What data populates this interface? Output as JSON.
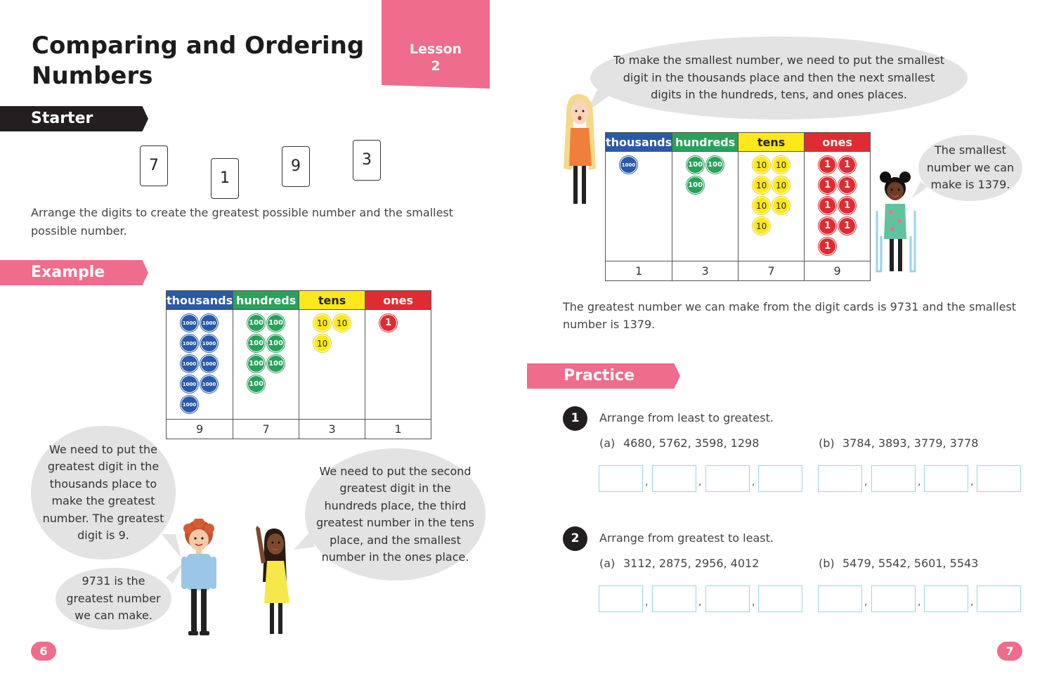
{
  "lesson": {
    "title_line1": "Comparing and Ordering",
    "title_line2": "Numbers",
    "tab_label": "Lesson",
    "tab_number": "2"
  },
  "starter": {
    "banner": "Starter",
    "cards": [
      "7",
      "1",
      "9",
      "3"
    ],
    "instruction": "Arrange the digits to create the greatest possible number and the smallest possible number."
  },
  "example": {
    "banner": "Example",
    "table": {
      "headers": [
        "thousands",
        "hundreds",
        "tens",
        "ones"
      ],
      "counters": {
        "thousands": 9,
        "hundreds": 7,
        "tens": 3,
        "ones": 1
      },
      "counter_labels": [
        "1000",
        "100",
        "10",
        "1"
      ],
      "digits": [
        "9",
        "7",
        "3",
        "1"
      ]
    },
    "bubble_greatest": "We need to put the greatest digit in the thousands place to make the greatest number. The greatest digit is 9.",
    "bubble_9731": "9731 is the greatest number we can make.",
    "bubble_second": "We need to put the second greatest digit in the hundreds place, the third greatest number in the tens place, and the smallest number in the ones place."
  },
  "right": {
    "bubble_smallest_rule": "To make the smallest number, we need to put the smallest digit in the thousands place and then the next smallest digits in the hundreds, tens, and ones places.",
    "table": {
      "headers": [
        "thousands",
        "hundreds",
        "tens",
        "ones"
      ],
      "counters": {
        "thousands": 1,
        "hundreds": 3,
        "tens": 7,
        "ones": 9
      },
      "counter_labels": [
        "1000",
        "100",
        "10",
        "1"
      ],
      "digits": [
        "1",
        "3",
        "7",
        "9"
      ]
    },
    "bubble_1379": "The smallest number we can make is 1379.",
    "summary": "The greatest number we can make from the digit cards is 9731 and the smallest number is 1379."
  },
  "practice": {
    "banner": "Practice",
    "questions": [
      {
        "number": "1",
        "prompt": "Arrange from least to greatest.",
        "a_label": "(a)",
        "a_values": "4680, 5762, 3598, 1298",
        "b_label": "(b)",
        "b_values": "3784, 3893, 3779, 3778"
      },
      {
        "number": "2",
        "prompt": "Arrange from greatest to least.",
        "a_label": "(a)",
        "a_values": "3112, 2875, 2956, 4012",
        "b_label": "(b)",
        "b_values": "5479, 5542, 5601, 5543"
      }
    ],
    "separator": ","
  },
  "page_numbers": {
    "left": "6",
    "right": "7"
  },
  "colors": {
    "accent_pink": "#ef6c8c",
    "thousands": "#2a59a8",
    "hundreds": "#2aa15a",
    "tens": "#ffe81a",
    "ones": "#e02b32",
    "answer_box_border": "#9ed3e6"
  }
}
